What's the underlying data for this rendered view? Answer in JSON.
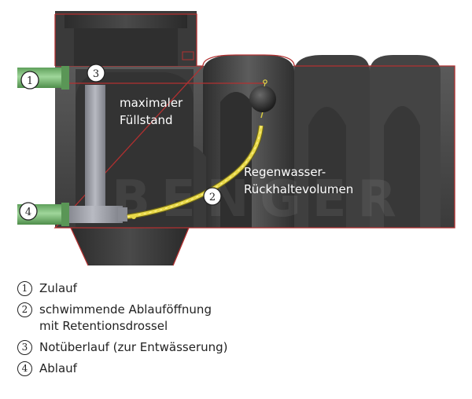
{
  "labels": {
    "max_level": [
      "maximaler",
      "Füllstand"
    ],
    "retention_volume": [
      "Regenwasser-",
      "Rückhaltevolumen"
    ],
    "watermark": "BENGER"
  },
  "callouts": [
    {
      "id": "inlet",
      "num": "1"
    },
    {
      "id": "float-outlet",
      "num": "2"
    },
    {
      "id": "overflow",
      "num": "3"
    },
    {
      "id": "outlet",
      "num": "4"
    }
  ],
  "legend": [
    {
      "num": "1",
      "lines": [
        "Zulauf"
      ]
    },
    {
      "num": "2",
      "lines": [
        "schwimmende Ablauföffnung",
        "mit Retentionsdrossel"
      ]
    },
    {
      "num": "3",
      "lines": [
        "Notüberlauf (zur Entwässerung)"
      ]
    },
    {
      "num": "4",
      "lines": [
        "Ablauf"
      ]
    }
  ],
  "colors": {
    "tank_body": "#4a4a4a",
    "tank_outline": "#b23030",
    "pipe_green": "#7fbe7a",
    "hose_yellow": "#e8d848",
    "overflow_pipe": "#9a9ca4"
  }
}
